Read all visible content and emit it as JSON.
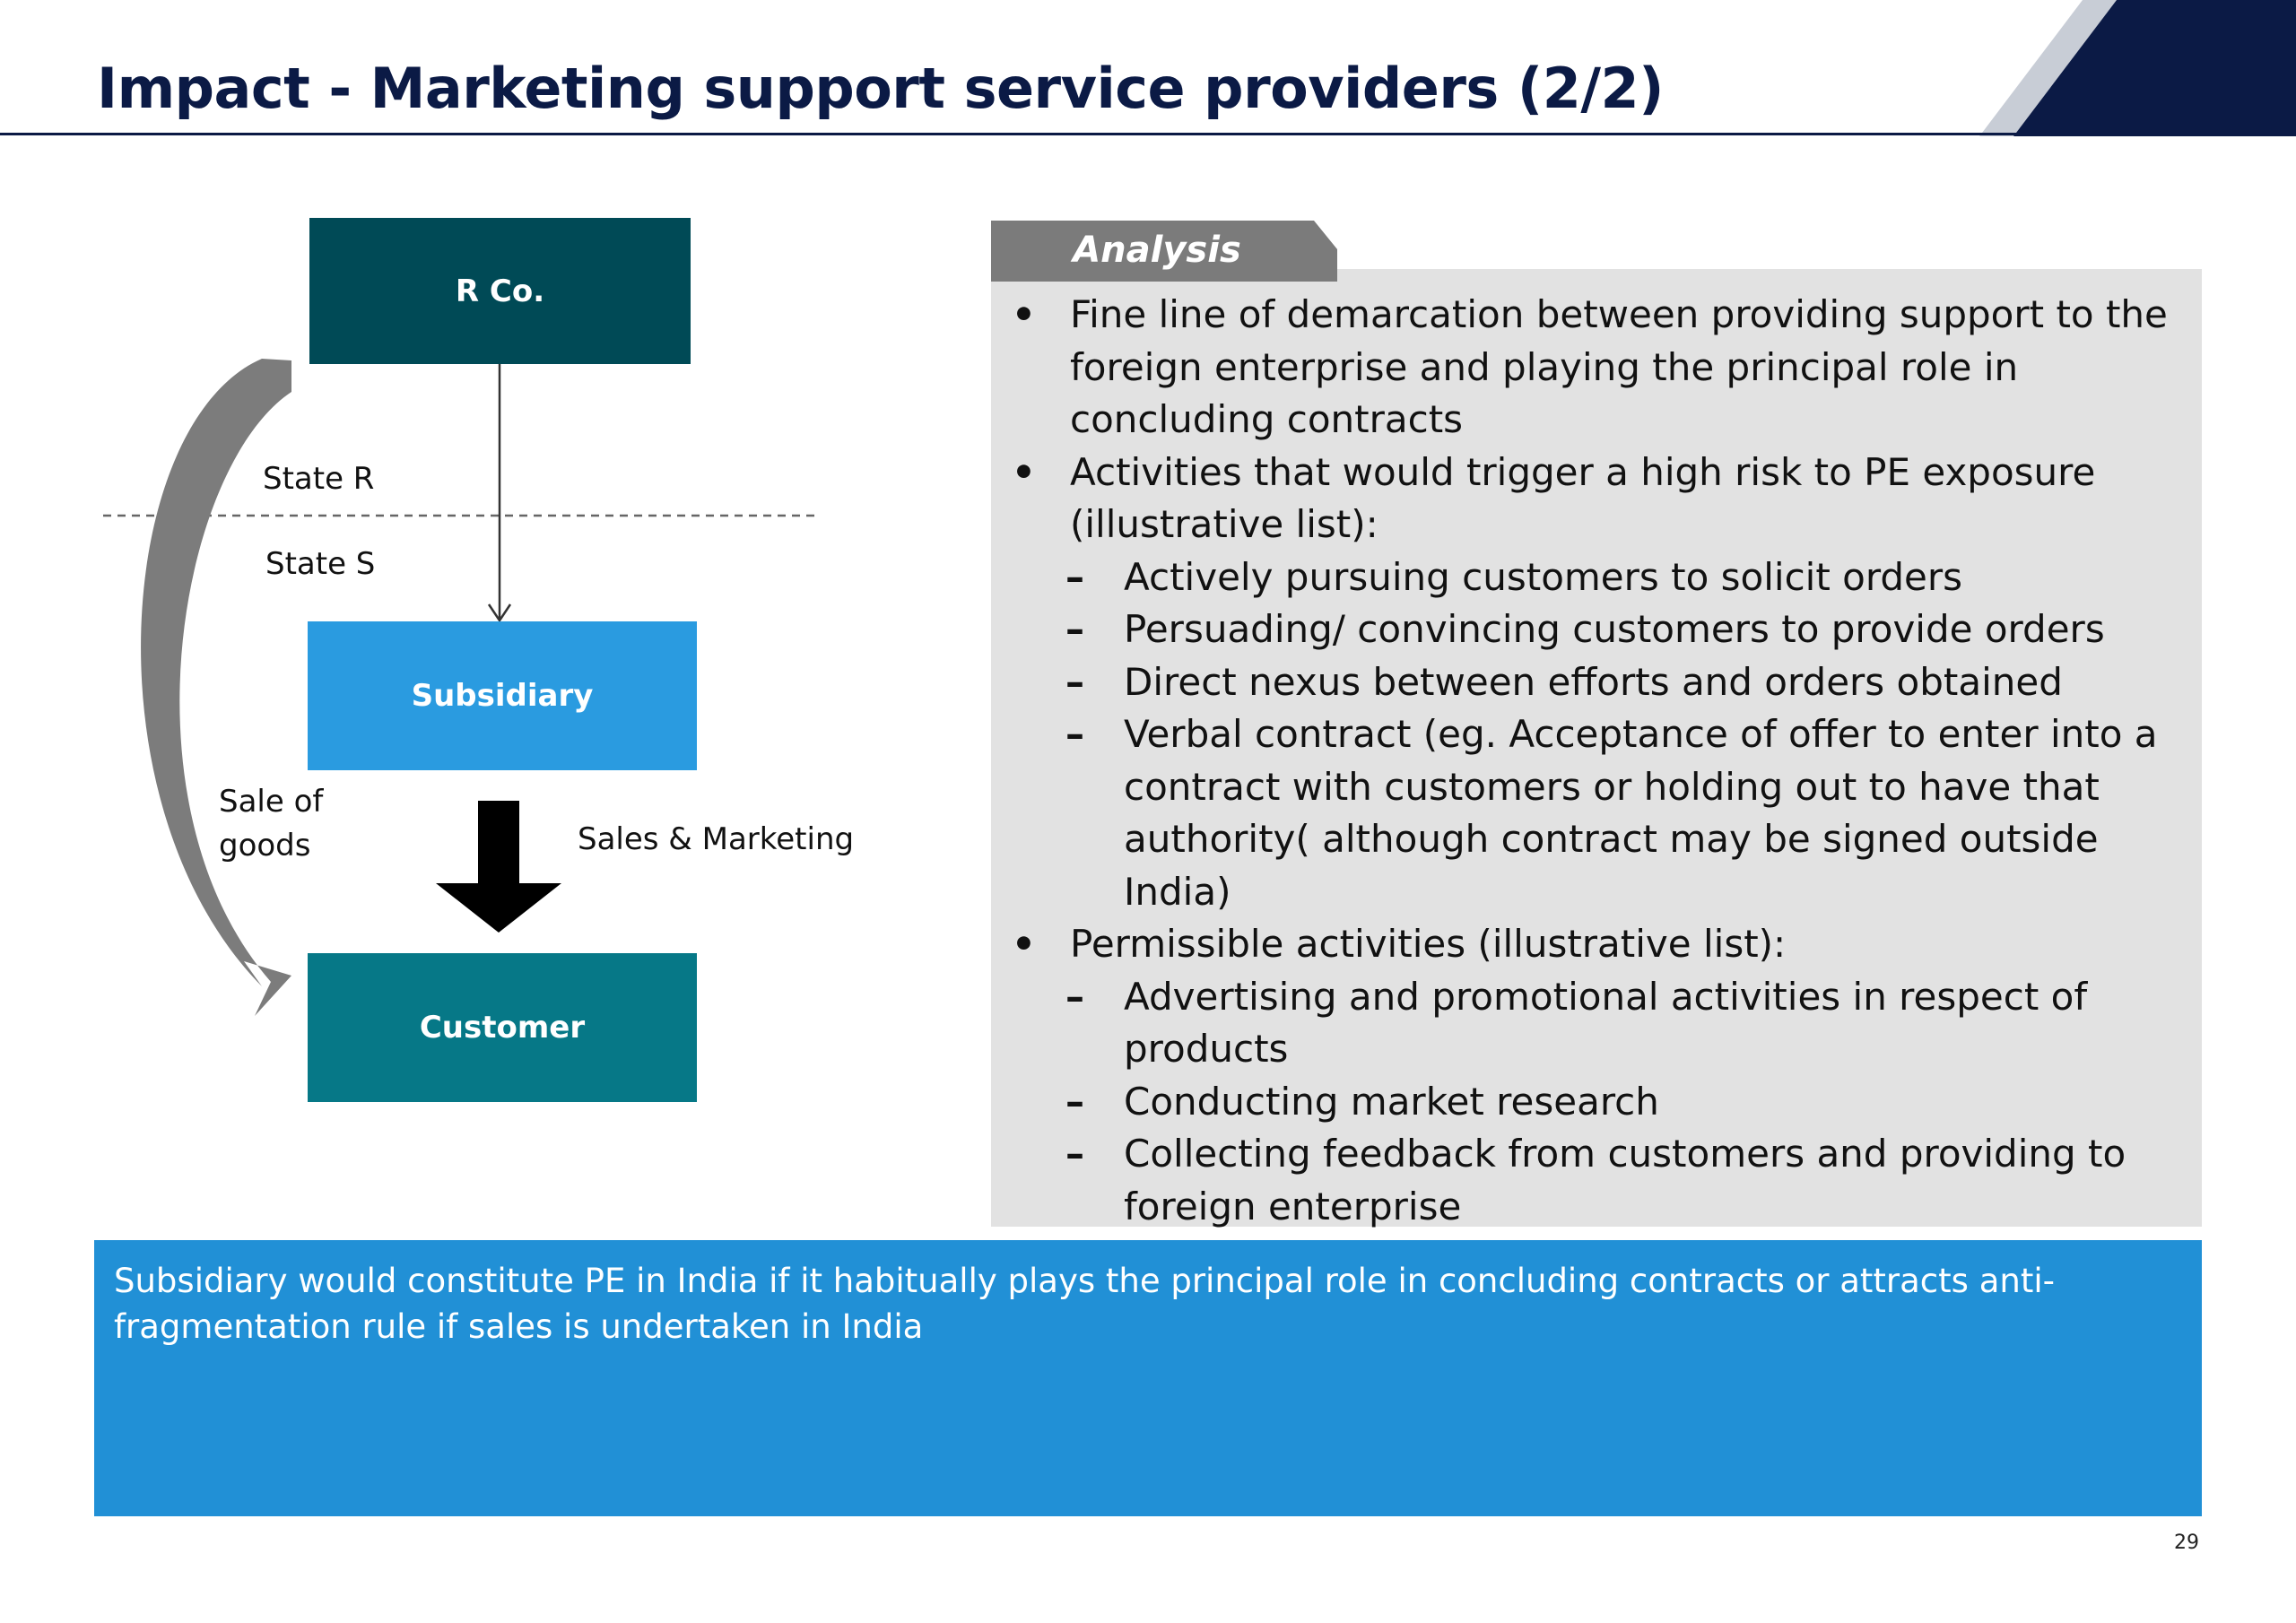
{
  "title": "Impact - Marketing support service providers (2/2)",
  "page_number": "29",
  "colors": {
    "navy": "#0b1a45",
    "dark_teal": "#004a56",
    "light_blue": "#2a9be0",
    "teal": "#067887",
    "banner_blue": "#2190d6",
    "panel_gray": "#e2e2e2",
    "tab_gray": "#7b7b7b"
  },
  "diagram": {
    "r_co": "R Co.",
    "subsidiary": "Subsidiary",
    "customer": "Customer",
    "state_r": "State R",
    "state_s": "State S",
    "sale_of_goods": "Sale of goods",
    "sales_marketing": "Sales & Marketing"
  },
  "analysis": {
    "tab_label": "Analysis",
    "items": [
      {
        "level": 1,
        "text": "Fine line of demarcation between providing support to the foreign enterprise and playing the principal role in concluding contracts"
      },
      {
        "level": 1,
        "text": "Activities that would trigger a high risk to PE exposure (illustrative list):"
      },
      {
        "level": 2,
        "text": "Actively pursuing customers to solicit orders"
      },
      {
        "level": 2,
        "text": "Persuading/ convincing customers to provide orders"
      },
      {
        "level": 2,
        "text": "Direct nexus between efforts and orders obtained"
      },
      {
        "level": 2,
        "text": "Verbal contract (eg. Acceptance of offer to enter into a contract with customers or holding out to have that authority( although contract may be signed outside India)"
      },
      {
        "level": 1,
        "text": "Permissible activities (illustrative list):"
      },
      {
        "level": 2,
        "text": "Advertising and promotional activities in respect of products"
      },
      {
        "level": 2,
        "text": "Conducting market research"
      },
      {
        "level": 2,
        "text": "Collecting feedback from customers and providing to foreign enterprise"
      }
    ]
  },
  "conclusion": "Subsidiary would constitute PE in India if it habitually plays the principal role in concluding contracts  or attracts anti-fragmentation rule if sales is undertaken in India"
}
